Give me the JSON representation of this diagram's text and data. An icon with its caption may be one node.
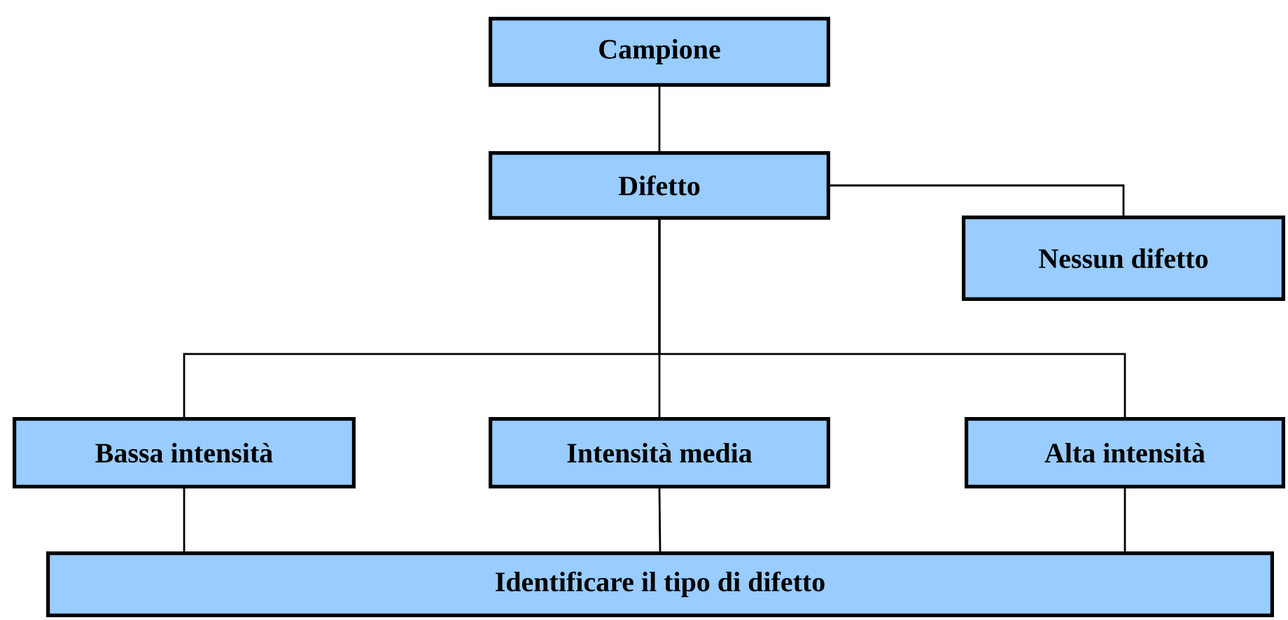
{
  "diagram": {
    "nodes": [
      {
        "text": [
          "Campione"
        ]
      },
      {
        "text": [
          "Difetto"
        ]
      },
      {
        "text": [
          "Nessun difetto"
        ]
      },
      {
        "text": [
          "Bassa intensità"
        ]
      },
      {
        "text": [
          "Intensità media"
        ]
      },
      {
        "text": [
          "Alta intensità"
        ]
      },
      {
        "text": [
          "Identificare il tipo di difetto"
        ]
      }
    ],
    "edges": [
      {
        "from": 0,
        "to": 1,
        "arrow": "none"
      },
      {
        "from": 1,
        "to": 2,
        "arrow": "none"
      },
      {
        "from": 1,
        "to": 3,
        "arrow": "none"
      },
      {
        "from": 1,
        "to": 4,
        "arrow": "none"
      },
      {
        "from": 1,
        "to": 5,
        "arrow": "none"
      },
      {
        "from": 3,
        "to": 6,
        "arrow": "none"
      },
      {
        "from": 4,
        "to": 6,
        "arrow": "none"
      },
      {
        "from": 5,
        "to": 6,
        "arrow": "none"
      }
    ]
  }
}
